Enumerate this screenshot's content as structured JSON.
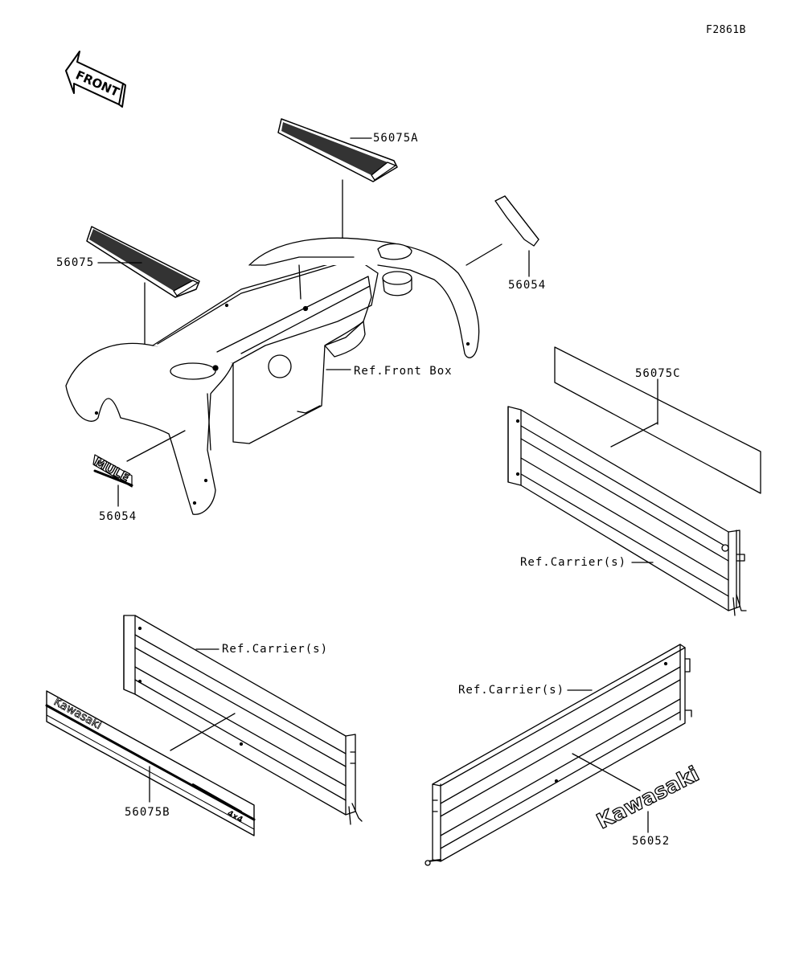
{
  "figure_id": "F2861B",
  "front_arrow": {
    "text": "FRONT",
    "icon": "front-arrow-icon"
  },
  "labels": {
    "p56075A": "56075A",
    "p56075": "56075",
    "p56054_right": "56054",
    "ref_front_box": "Ref.Front Box",
    "p56075C": "56075C",
    "p56054_left": "56054",
    "ref_carrier_1": "Ref.Carrier(s)",
    "ref_carrier_2": "Ref.Carrier(s)",
    "ref_carrier_3": "Ref.Carrier(s)",
    "p56075B": "56075B",
    "p56052": "56052"
  },
  "decal_text": {
    "mule": "MULE",
    "kawasaki_stripe": "Kawasaki",
    "stripe_badge": "4x4",
    "kawasaki_emblem": "Kawasaki"
  }
}
